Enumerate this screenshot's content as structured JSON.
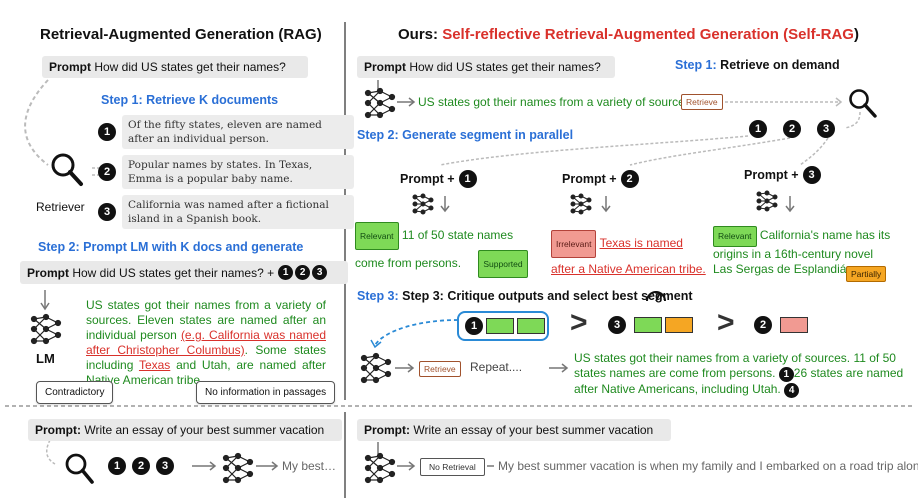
{
  "left": {
    "title": "Retrieval-Augmented Generation (RAG)",
    "prompt_label": "Prompt",
    "prompt_text": "How did US states get their names?",
    "step1": "Step 1: Retrieve K documents",
    "docs": [
      {
        "num": "1",
        "text": "Of the fifty states, eleven are named after an individual person."
      },
      {
        "num": "2",
        "text": "Popular names by states. In Texas, Emma is a popular baby name."
      },
      {
        "num": "3",
        "text": "California was named after a fictional island in a Spanish book."
      }
    ],
    "retriever_label": "Retriever",
    "step2": "Step 2: Prompt LM with K docs and generate",
    "prompt2_text": "How did US states get their names? +",
    "nums": [
      "1",
      "2",
      "3"
    ],
    "lm_label": "LM",
    "output": {
      "part1": "US states got their names from a variety of sources. Eleven states are named after an individual person ",
      "red1": "(e.g. California was named after Christopher Columbus)",
      "part2": ". Some states including ",
      "red2": "Texas",
      "part3": " and Utah, are named after Native American tribe."
    },
    "callout_contradictory": "Contradictory",
    "callout_noinfo": "No information in passages"
  },
  "right": {
    "title_prefix": "Ours: ",
    "title_main": "Self-reflective Retrieval-Augmented Generation (",
    "title_abbr": "Self-RAG",
    "title_suffix": ")",
    "prompt_label": "Prompt",
    "prompt_text": "How did US states get their names?",
    "step1": "Step 1:",
    "step1_rest": "Retrieve on demand",
    "first_output": "US states got their names from a variety of sources.",
    "tag_retrieve": "Retrieve",
    "nums": [
      "1",
      "2",
      "3"
    ],
    "step2": "Step 2: Generate segment in parallel",
    "branches": [
      {
        "prompt": "Prompt +",
        "num": "1",
        "tag": "Relevant",
        "text1": "11 of 50 state names",
        "text2": "come from persons.",
        "tag2": "Supported"
      },
      {
        "prompt": "Prompt +",
        "num": "2",
        "tag": "Irrelevant",
        "text1": "Texas is named",
        "text2": "after a Native American tribe."
      },
      {
        "prompt": "Prompt +",
        "num": "3",
        "tag": "Relevant",
        "text1": "California's name has its",
        "text2": "origins in a 16th-century novel",
        "text3": "Las Sergas de Esplandián.",
        "tag2": "Partially"
      }
    ],
    "step3": "Step 3: Critique outputs and select best segment",
    "ranking": [
      "1",
      "3",
      "2"
    ],
    "gt": ">",
    "repeat_tag": "Retrieve",
    "repeat_label": "Repeat....",
    "final_text1": "US states got their names from a variety of sources. 11 of 50",
    "final_text2": "states names are come from persons.",
    "final_num1": "1",
    "final_text3": "26 states are named",
    "final_text4": "after Native Americans, including Utah.",
    "final_num2": "4"
  },
  "bottom_left": {
    "prompt_label": "Prompt:",
    "prompt_text": "Write an essay of your best summer vacation",
    "nums": [
      "1",
      "2",
      "3"
    ],
    "output": "My best…"
  },
  "bottom_right": {
    "prompt_label": "Prompt:",
    "prompt_text": "Write an essay of your best summer vacation",
    "tag": "No Retrieval",
    "output": "My best summer vacation is when my family and I embarked on a road trip along …"
  }
}
